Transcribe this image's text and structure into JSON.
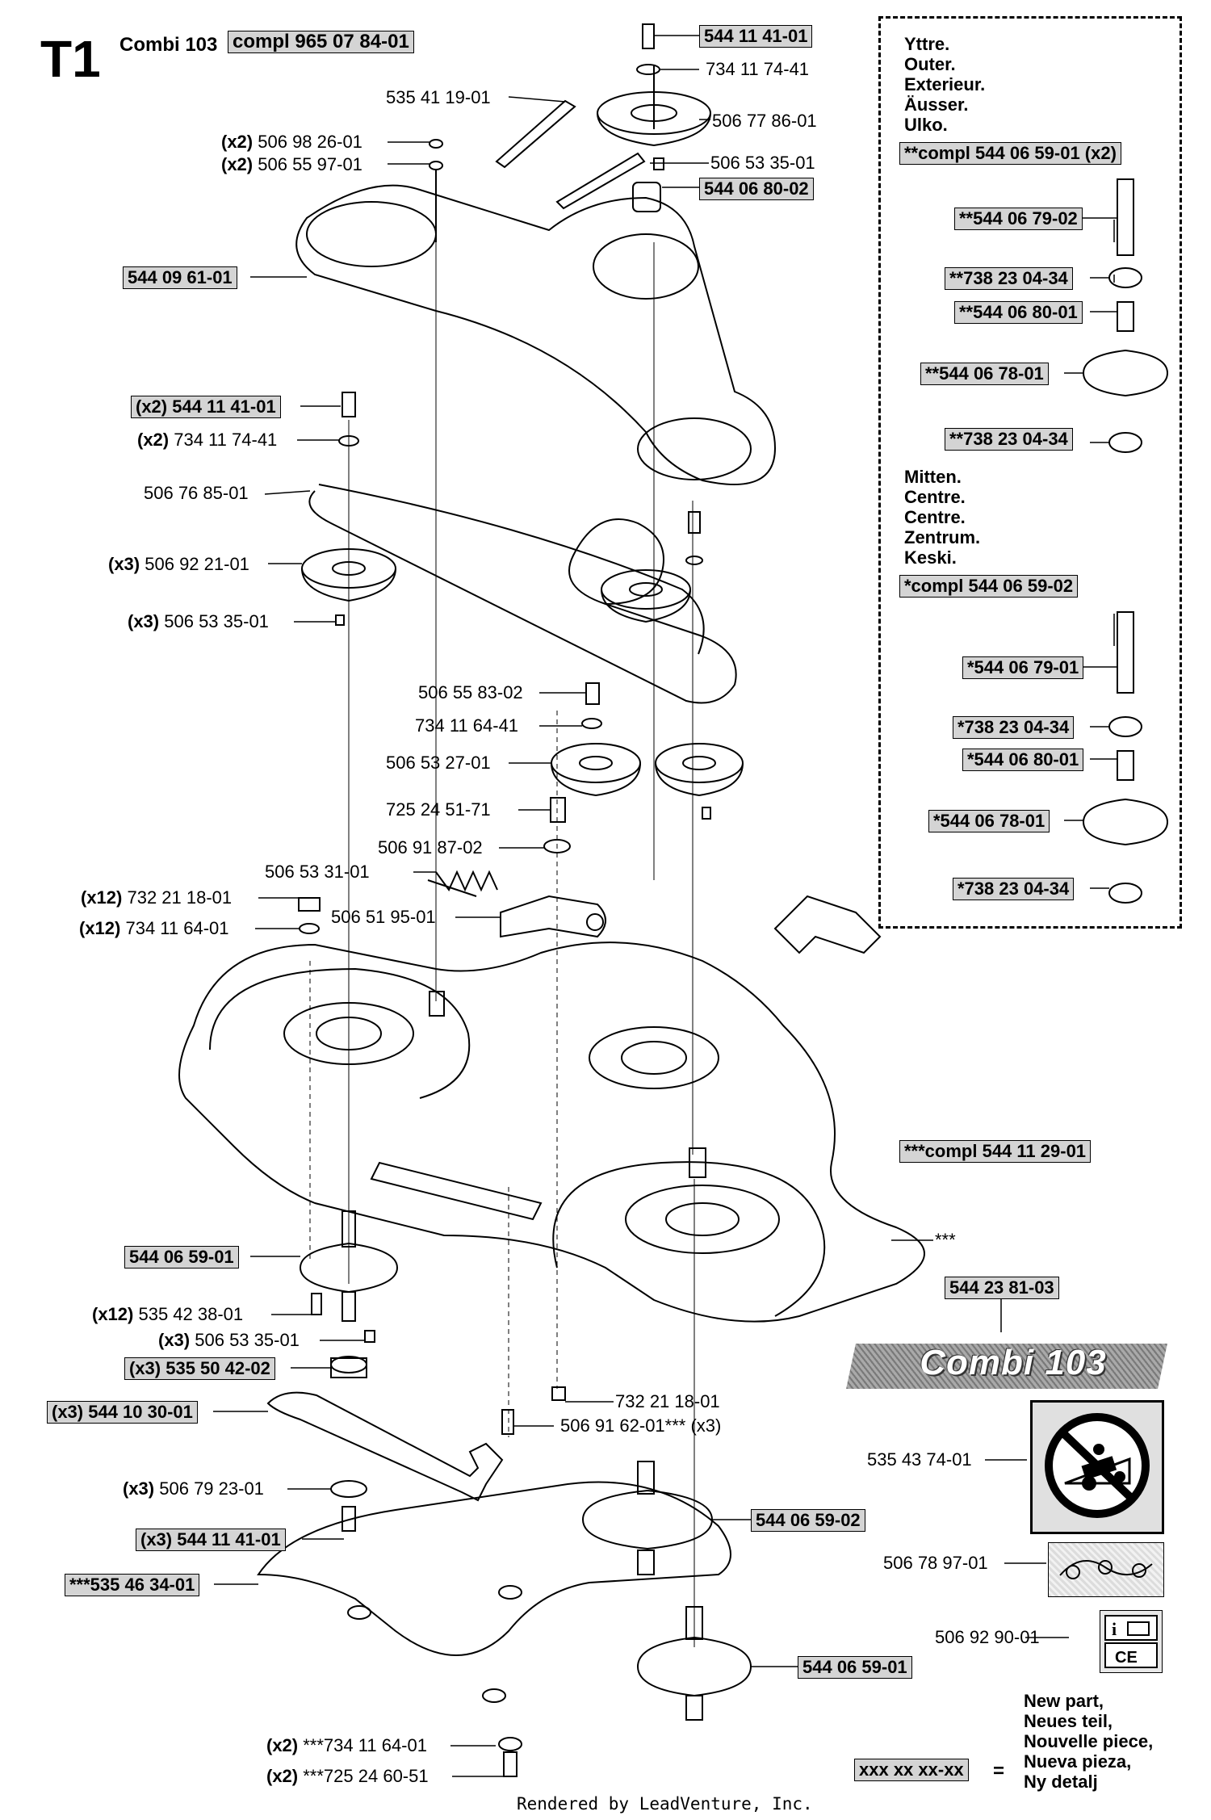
{
  "header": {
    "diagram_id": "T1",
    "model": "Combi 103",
    "compl_number": "compl 965 07 84-01"
  },
  "inset": {
    "outer_langs": [
      "Yttre.",
      "Outer.",
      "Exterieur.",
      "Äusser.",
      "Ulko."
    ],
    "outer_compl": "**compl 544 06 59-01 (x2)",
    "outer_parts": [
      "**544 06 79-02",
      "**738 23 04-34",
      "**544 06 80-01",
      "**544 06 78-01",
      "**738 23 04-34"
    ],
    "center_langs": [
      "Mitten.",
      "Centre.",
      "Centre.",
      "Zentrum.",
      "Keski."
    ],
    "center_compl": "*compl 544 06 59-02",
    "center_parts": [
      "*544 06 79-01",
      "*738 23 04-34",
      "*544 06 80-01",
      "*544 06 78-01",
      "*738 23 04-34"
    ]
  },
  "parts": [
    {
      "qty": "",
      "number": "544 11 41-01",
      "boxed": true
    },
    {
      "qty": "",
      "number": "734 11 74-41",
      "boxed": false
    },
    {
      "qty": "",
      "number": "535 41 19-01",
      "boxed": false
    },
    {
      "qty": "",
      "number": "506 77 86-01",
      "boxed": false
    },
    {
      "qty": "(x2)",
      "number": "506 98 26-01",
      "boxed": false
    },
    {
      "qty": "(x2)",
      "number": "506 55 97-01",
      "boxed": false
    },
    {
      "qty": "",
      "number": "506 53 35-01",
      "boxed": false
    },
    {
      "qty": "",
      "number": "544 06 80-02",
      "boxed": true
    },
    {
      "qty": "",
      "number": "544 09 61-01",
      "boxed": true
    },
    {
      "qty": "",
      "number": "(x2) 544 11 41-01",
      "boxed": true
    },
    {
      "qty": "(x2)",
      "number": "734 11 74-41",
      "boxed": false
    },
    {
      "qty": "",
      "number": "506 76 85-01",
      "boxed": false
    },
    {
      "qty": "(x3)",
      "number": "506 92 21-01",
      "boxed": false
    },
    {
      "qty": "(x3)",
      "number": "506 53 35-01",
      "boxed": false
    },
    {
      "qty": "",
      "number": "506 55 83-02",
      "boxed": false
    },
    {
      "qty": "",
      "number": "734 11 64-41",
      "boxed": false
    },
    {
      "qty": "",
      "number": "506 53 27-01",
      "boxed": false
    },
    {
      "qty": "",
      "number": "725 24 51-71",
      "boxed": false
    },
    {
      "qty": "",
      "number": "506 91 87-02",
      "boxed": false
    },
    {
      "qty": "",
      "number": "506 53 31-01",
      "boxed": false
    },
    {
      "qty": "(x12)",
      "number": "732 21 18-01",
      "boxed": false
    },
    {
      "qty": "(x12)",
      "number": "734 11 64-01",
      "boxed": false
    },
    {
      "qty": "",
      "number": "506 51 95-01",
      "boxed": false
    },
    {
      "qty": "",
      "number": "***compl 544 11 29-01",
      "boxed": true
    },
    {
      "qty": "",
      "number": "***",
      "boxed": false
    },
    {
      "qty": "",
      "number": "544 06 59-01",
      "boxed": true
    },
    {
      "qty": "(x12)",
      "number": "535 42 38-01",
      "boxed": false
    },
    {
      "qty": "(x3)",
      "number": "506 53 35-01",
      "boxed": false
    },
    {
      "qty": "",
      "number": "(x3) 535 50 42-02",
      "boxed": true
    },
    {
      "qty": "",
      "number": "(x3) 544 10 30-01",
      "boxed": true
    },
    {
      "qty": "(x3)",
      "number": "506 79 23-01",
      "boxed": false
    },
    {
      "qty": "",
      "number": "(x3) 544 11 41-01",
      "boxed": true
    },
    {
      "qty": "",
      "number": "***535 46 34-01",
      "boxed": true
    },
    {
      "qty": "",
      "number": "732 21 18-01",
      "boxed": false
    },
    {
      "qty": "",
      "number": "506 91 62-01*** (x3)",
      "boxed": false
    },
    {
      "qty": "",
      "number": "544 06 59-02",
      "boxed": true
    },
    {
      "qty": "",
      "number": "544 06 59-01",
      "boxed": true
    },
    {
      "qty": "(x2)",
      "number": "***734 11 64-01",
      "boxed": false
    },
    {
      "qty": "(x2)",
      "number": "***725 24 60-51",
      "boxed": false
    },
    {
      "qty": "",
      "number": "544 23 81-03",
      "boxed": true
    },
    {
      "qty": "",
      "number": "535 43 74-01",
      "boxed": false
    },
    {
      "qty": "",
      "number": "506 78 97-01",
      "boxed": false
    },
    {
      "qty": "",
      "number": "506 92 90-01",
      "boxed": false
    }
  ],
  "badge_text": "Combi 103",
  "legend": {
    "sample": "xxx xx xx-xx",
    "equals": "=",
    "new_part": [
      "New part,",
      "Neues teil,",
      "Nouvelle piece,",
      "Nueva pieza,",
      "Ny detalj"
    ]
  },
  "footer": "Rendered by LeadVenture, Inc."
}
